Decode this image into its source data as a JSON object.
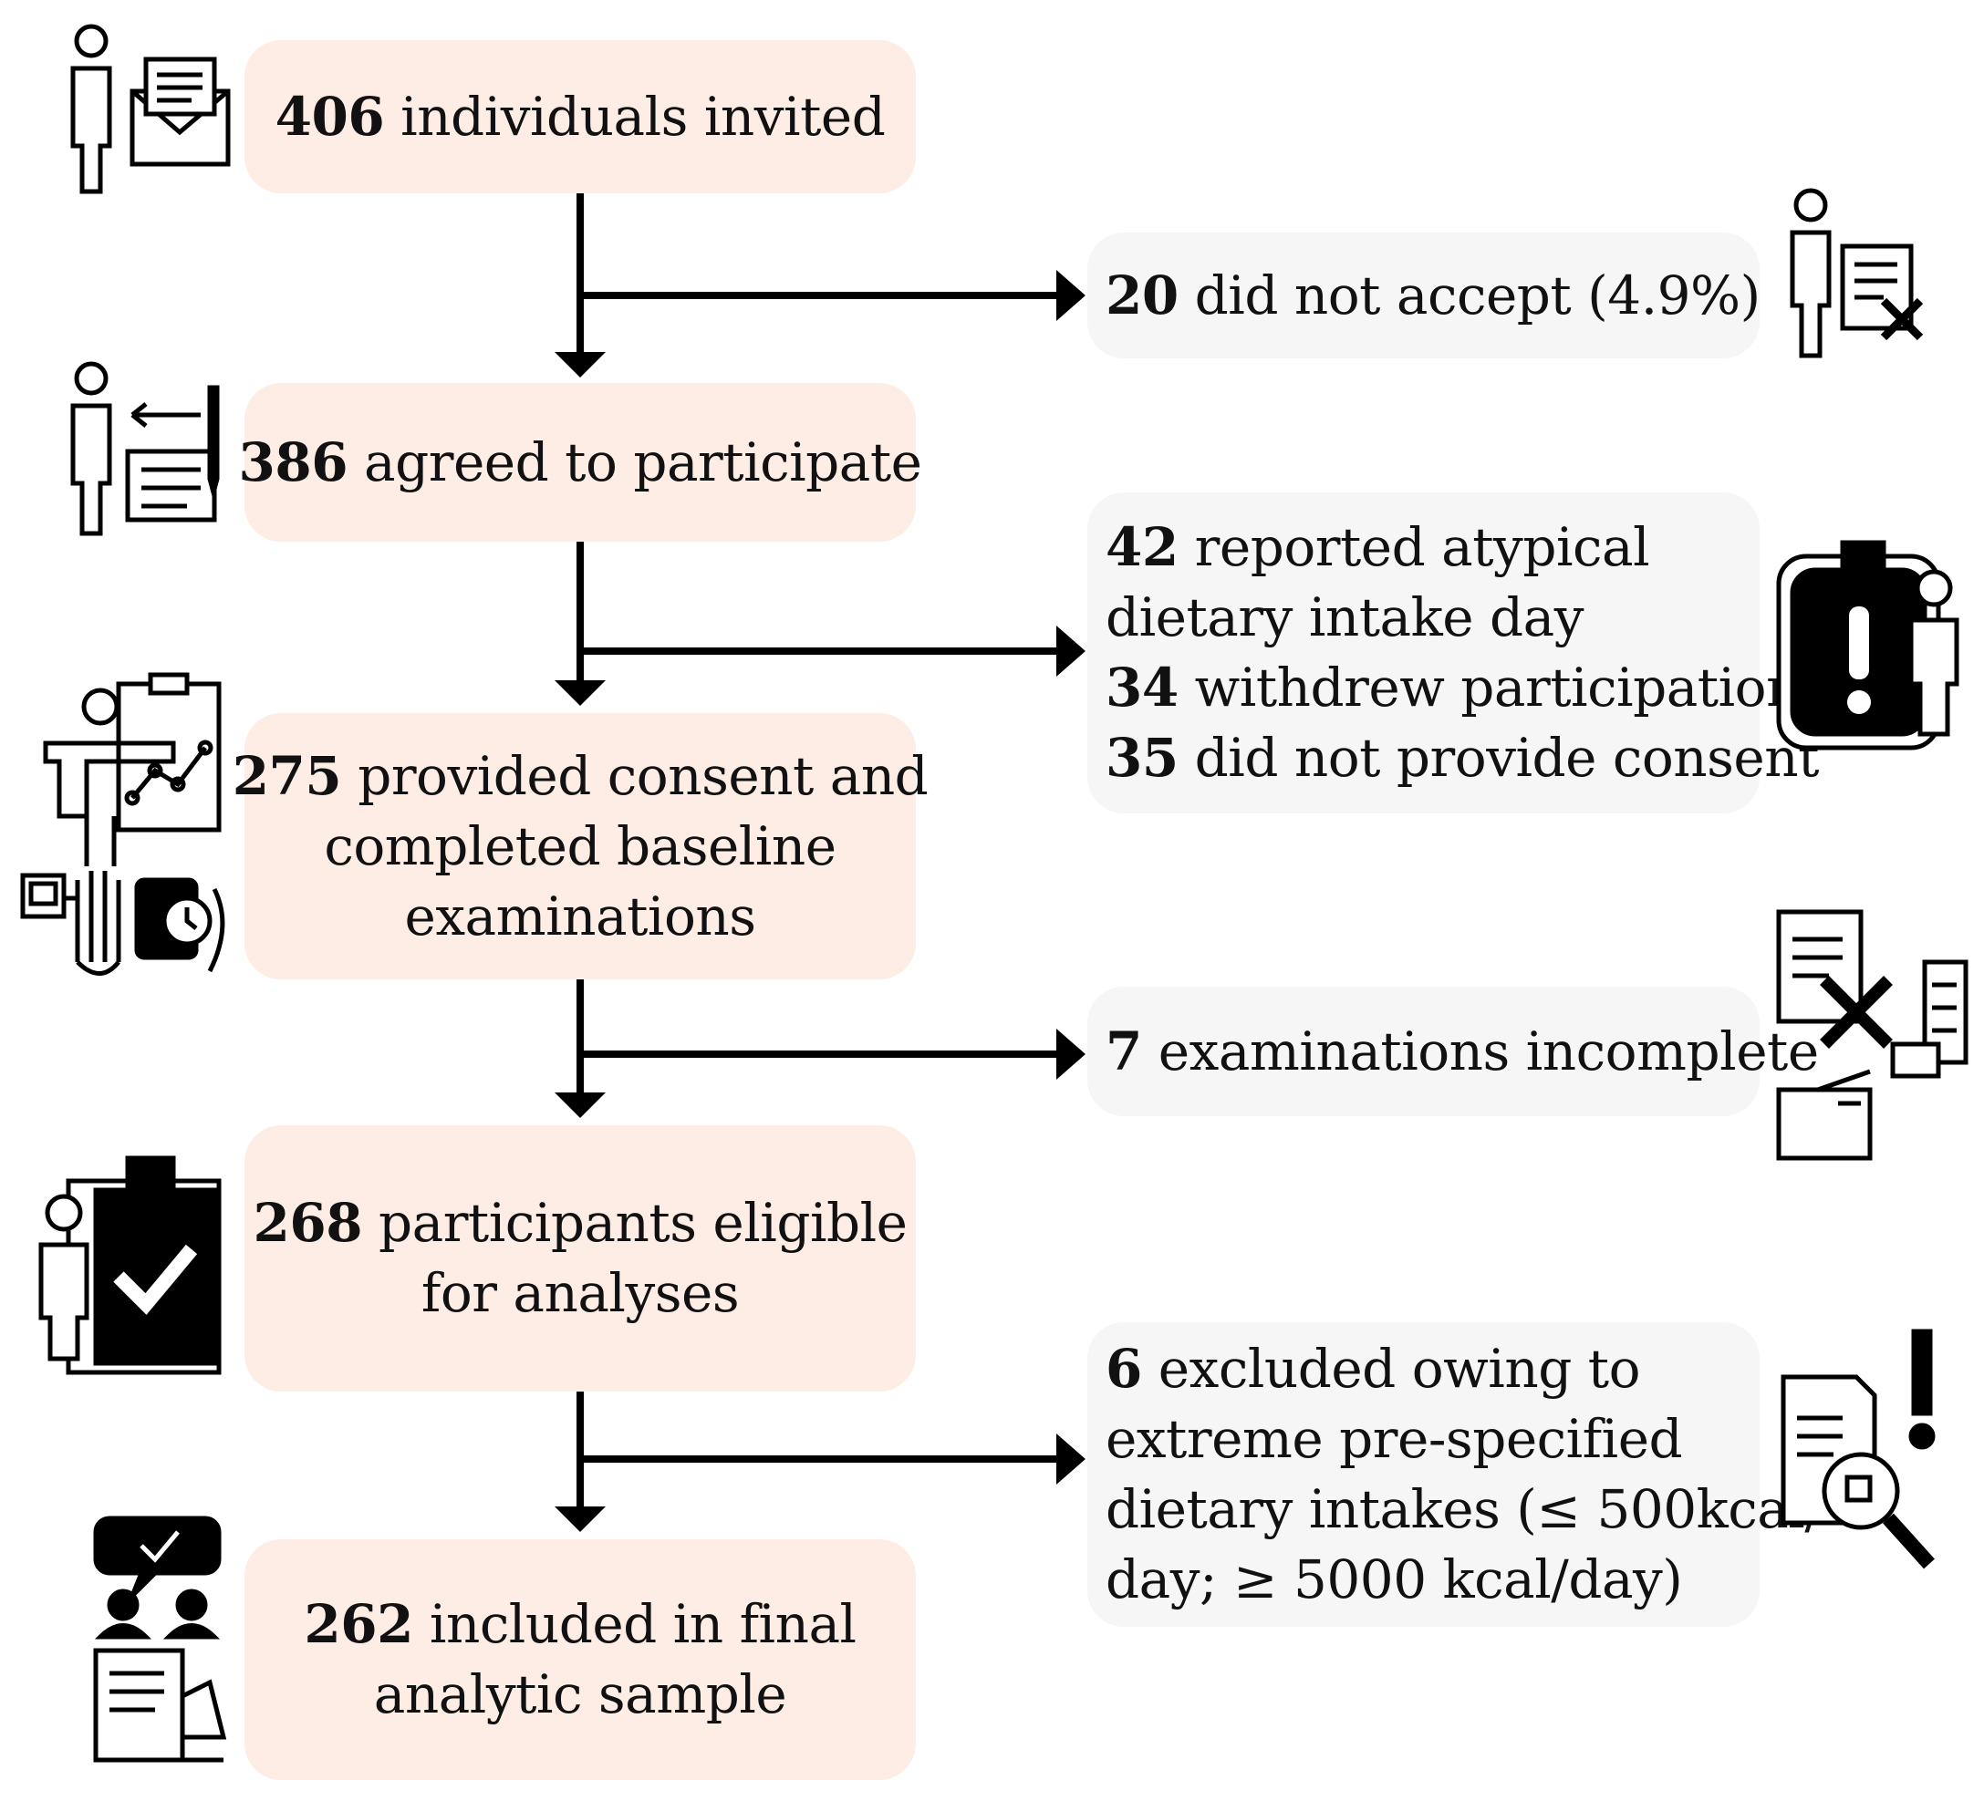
{
  "steps": [
    {
      "num": "406",
      "lines": [
        "individuals invited"
      ]
    },
    {
      "num": "386",
      "lines": [
        "agreed to participate"
      ]
    },
    {
      "num": "275",
      "lines": [
        "provided consent and",
        "completed baseline",
        "examinations"
      ]
    },
    {
      "num": "268",
      "lines": [
        "participants eligible",
        "for analyses"
      ]
    },
    {
      "num": "262",
      "lines": [
        "included in final",
        "analytic sample"
      ]
    }
  ],
  "exclusions": [
    {
      "items": [
        {
          "num": "20",
          "text": "did not accept (4.9%)"
        }
      ]
    },
    {
      "items": [
        {
          "num": "42",
          "text": "reported atypical"
        },
        {
          "num": "",
          "text": "dietary intake day"
        },
        {
          "num": "34",
          "text": "withdrew participation"
        },
        {
          "num": "35",
          "text": "did not provide consent"
        }
      ]
    },
    {
      "items": [
        {
          "num": "7",
          "text": "examinations incomplete"
        }
      ]
    },
    {
      "items": [
        {
          "num": "6",
          "text": "excluded owing to"
        },
        {
          "num": "",
          "text": "extreme pre-specified"
        },
        {
          "num": "",
          "text": "dietary intakes (≤ 500kcal/"
        },
        {
          "num": "",
          "text": "day; ≥ 5000 kcal/day)"
        }
      ]
    }
  ],
  "icons": [
    "person-invitation-envelope-icon",
    "person-signing-form-icon",
    "person-examination-chart-icon",
    "blood-pressure-measurement-icon",
    "person-eligibility-checklist-icon",
    "discussion-and-lab-analysis-icon",
    "person-declined-document-icon",
    "clipboard-warning-person-icon",
    "incomplete-documents-printer-icon",
    "document-search-warning-icon"
  ],
  "colors": {
    "main_box": "#fdede4",
    "side_box": "#f6f6f6",
    "arrow": "#000000"
  }
}
